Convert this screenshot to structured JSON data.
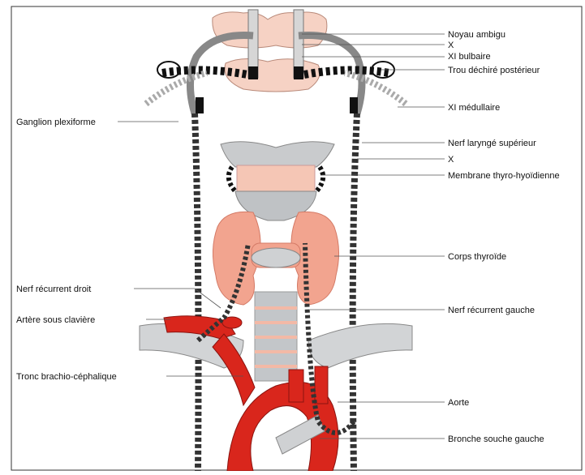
{
  "labels": {
    "noyau_ambigu": "Noyau ambigu",
    "x_top": "X",
    "xi_bulbaire": "XI bulbaire",
    "trou_dechire": "Trou déchiré postérieur",
    "xi_medullaire": "XI médullaire",
    "ganglion": "Ganglion plexiforme",
    "nerf_larynge_sup": "Nerf laryngé supérieur",
    "x_mid": "X",
    "membrane": "Membrane thyro-hyoïdienne",
    "corps_thyroide": "Corps thyroïde",
    "nerf_rec_droit": "Nerf récurrent droit",
    "artere_sous_claviere": "Artère sous clavière",
    "nerf_rec_gauche": "Nerf récurrent gauche",
    "tronc": "Tronc brachio-céphalique",
    "aorte": "Aorte",
    "bronche": "Bronche souche gauche"
  },
  "colors": {
    "brainstem": "#f6d2c4",
    "thyroid": "#f2a48f",
    "cartilage": "#b9bcbf",
    "artery": "#d9261c",
    "nerve_dark": "#222222",
    "membrane": "#f5c6b5"
  }
}
